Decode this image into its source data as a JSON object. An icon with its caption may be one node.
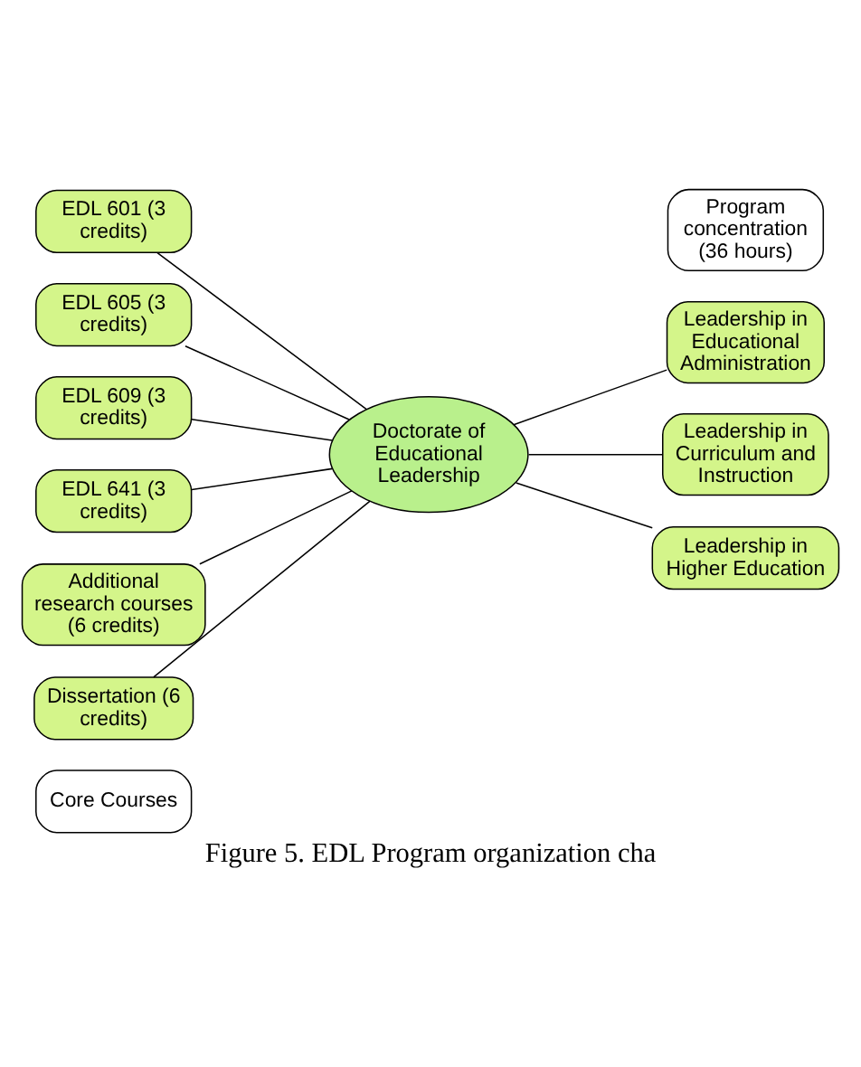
{
  "diagram": {
    "caption": "Figure 5. EDL Program organization cha",
    "nodes": [
      {
        "text": [
          "Core Courses"
        ]
      },
      {
        "text": [
          "Program concentration (36 hours)"
        ]
      },
      {
        "text": [
          "EDL 601 (3 credits)"
        ]
      },
      {
        "text": [
          "EDL 605 (3 credits)"
        ]
      },
      {
        "text": [
          "EDL 609 (3 credits)"
        ]
      },
      {
        "text": [
          "EDL 641 (3 credits)"
        ]
      },
      {
        "text": [
          "Additional research courses (6 credits)"
        ]
      },
      {
        "text": [
          "Dissertation (6 credits)"
        ]
      },
      {
        "text": [
          "Doctorate of Educational Leadership"
        ]
      },
      {
        "text": [
          "Leadership in Educational Administration"
        ]
      },
      {
        "text": [
          "Leadership in Curriculum and Instruction"
        ]
      },
      {
        "text": [
          "Leadership in Higher Education"
        ]
      }
    ],
    "edges": [
      {
        "from": 2,
        "to": 8,
        "arrow": "none"
      },
      {
        "from": 3,
        "to": 8,
        "arrow": "none"
      },
      {
        "from": 4,
        "to": 8,
        "arrow": "none"
      },
      {
        "from": 5,
        "to": 8,
        "arrow": "none"
      },
      {
        "from": 6,
        "to": 8,
        "arrow": "none"
      },
      {
        "from": 7,
        "to": 8,
        "arrow": "none"
      },
      {
        "from": 8,
        "to": 9,
        "arrow": "none"
      },
      {
        "from": 8,
        "to": 10,
        "arrow": "none"
      },
      {
        "from": 8,
        "to": 11,
        "arrow": "none"
      }
    ]
  }
}
